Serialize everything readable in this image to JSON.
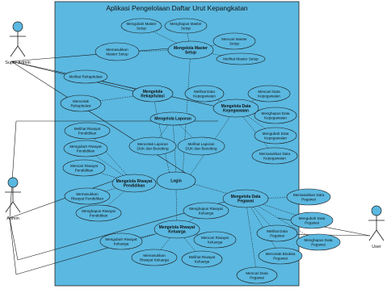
{
  "system": {
    "title": "Aplikasi Pengelolaan Daftar Urut Kepangkatan",
    "fill": "#5BB8E0"
  },
  "actors": [
    {
      "id": "super-admin",
      "label": "Super Admin"
    },
    {
      "id": "admin",
      "label": "Admin"
    },
    {
      "id": "user",
      "label": "User"
    }
  ],
  "use_cases": [
    {
      "id": "mengubah-master",
      "lines": [
        "Mengubah Master",
        "Setup"
      ],
      "bold": false
    },
    {
      "id": "menghapus-master",
      "lines": [
        "Menghapus Master",
        "Setup"
      ],
      "bold": false
    },
    {
      "id": "mencari-master",
      "lines": [
        "Mencari Master",
        "Setup"
      ],
      "bold": false
    },
    {
      "id": "memasukkan-master",
      "lines": [
        "Memasukkan",
        "Master Setup"
      ],
      "bold": false
    },
    {
      "id": "mengelola-master",
      "lines": [
        "Mengelola Master",
        "Setup"
      ],
      "bold": true
    },
    {
      "id": "melihat-master",
      "lines": [
        "Melihat Master Setup"
      ],
      "bold": false
    },
    {
      "id": "melihat-rekap",
      "lines": [
        "Melihat Rekapitulasi"
      ],
      "bold": false
    },
    {
      "id": "mengelola-rekap",
      "lines": [
        "Mengelola",
        "Rekapitulasi"
      ],
      "bold": true
    },
    {
      "id": "mencetak-rekap",
      "lines": [
        "Mencetak",
        "Rekapitulasi"
      ],
      "bold": false
    },
    {
      "id": "melihat-kepeg",
      "lines": [
        "Melihat Data",
        "Kepegawaian"
      ],
      "bold": false
    },
    {
      "id": "mencari-kepeg",
      "lines": [
        "Mencari Data",
        "Kepegawaian"
      ],
      "bold": false
    },
    {
      "id": "mengelola-kepeg",
      "lines": [
        "Mengelola Data",
        "Kepegawaian"
      ],
      "bold": true
    },
    {
      "id": "menghapus-kepeg",
      "lines": [
        "Menghapus Data",
        "Kepegawaian"
      ],
      "bold": false
    },
    {
      "id": "mengubah-kepeg",
      "lines": [
        "Mengubah Data",
        "Kepegawaian"
      ],
      "bold": false
    },
    {
      "id": "memasukkan-kepeg",
      "lines": [
        "Memasukkan Data",
        "Kepegawaian"
      ],
      "bold": false
    },
    {
      "id": "mengelola-laporan",
      "lines": [
        "Mengelola Laporan"
      ],
      "bold": true
    },
    {
      "id": "mencetak-laporan",
      "lines": [
        "Mencetak Laporan",
        "DUK dan Bezetting"
      ],
      "bold": false
    },
    {
      "id": "melihat-laporan",
      "lines": [
        "Melihat Laporan",
        "DUK dan Bezetting"
      ],
      "bold": false
    },
    {
      "id": "melihat-rp",
      "lines": [
        "Melihat Riwayat",
        "Pendidikan"
      ],
      "bold": false
    },
    {
      "id": "mengubah-rp",
      "lines": [
        "Mengubah Riwayat",
        "Pendidikan"
      ],
      "bold": false
    },
    {
      "id": "mencari-rp",
      "lines": [
        "Mencari Riwayat",
        "Pendidikan"
      ],
      "bold": false
    },
    {
      "id": "mengelola-rp",
      "lines": [
        "Mengelola Riwayat",
        "Pendidikan"
      ],
      "bold": true
    },
    {
      "id": "memasukkan-rp",
      "lines": [
        "Memasukkan",
        "Riwayat Pendidikan"
      ],
      "bold": false
    },
    {
      "id": "menghapus-rp",
      "lines": [
        "Menghapus Riwayat",
        "Pendidikan"
      ],
      "bold": false
    },
    {
      "id": "login",
      "lines": [
        "Login"
      ],
      "bold": true
    },
    {
      "id": "mengelola-pegawai",
      "lines": [
        "Mengelola Data",
        "Pegawai"
      ],
      "bold": true
    },
    {
      "id": "memasukkan-pegawai",
      "lines": [
        "Memasukkan Data",
        "Pegawai"
      ],
      "bold": false
    },
    {
      "id": "mengubah-pegawai",
      "lines": [
        "Mengubah Data",
        "Pegawai"
      ],
      "bold": false
    },
    {
      "id": "melihat-pegawai",
      "lines": [
        "Melihat Data",
        "Pegawai"
      ],
      "bold": false
    },
    {
      "id": "menghapus-pegawai",
      "lines": [
        "Menghapus Data",
        "Pegawai"
      ],
      "bold": false
    },
    {
      "id": "mencetak-biodata",
      "lines": [
        "Mencetak Biodata",
        "Pegawai"
      ],
      "bold": false
    },
    {
      "id": "mencari-pegawai",
      "lines": [
        "Mencari Data",
        "Pegawai"
      ],
      "bold": false
    },
    {
      "id": "menghapus-rk",
      "lines": [
        "Menghapus Riwayat",
        "Keluarga"
      ],
      "bold": false
    },
    {
      "id": "mengelola-rk",
      "lines": [
        "Mengelola Riwayat",
        "Keluarga"
      ],
      "bold": true
    },
    {
      "id": "mengubah-rk",
      "lines": [
        "Mengubah Riwayat",
        "Keluarga"
      ],
      "bold": false
    },
    {
      "id": "mencari-rk",
      "lines": [
        "Mencari Riwayat",
        "Keluarga"
      ],
      "bold": false
    },
    {
      "id": "memasukkan-rk",
      "lines": [
        "Memasukkan",
        "Riwayat Keluarga"
      ],
      "bold": false
    },
    {
      "id": "melihat-rk",
      "lines": [
        "Melihat Riwayat",
        "Keluarga"
      ],
      "bold": false
    }
  ]
}
